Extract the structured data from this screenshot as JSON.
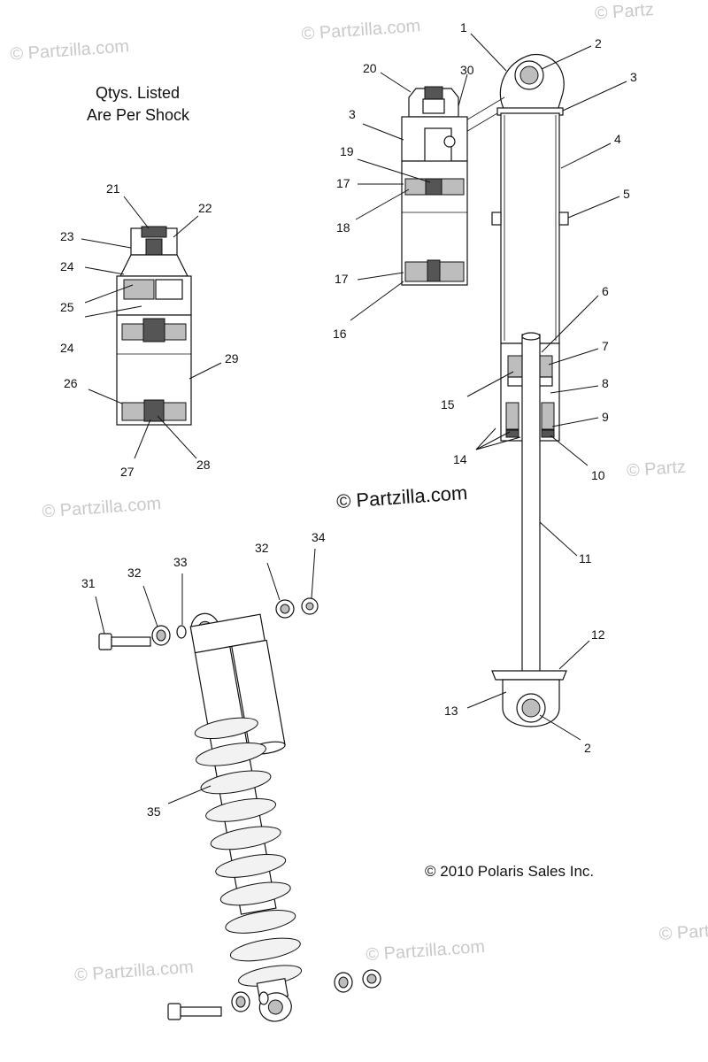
{
  "watermark": "© Partzilla.com",
  "watermark_partial": "© Partz",
  "center_watermark": "© Partzilla.com",
  "note_line1": "Qtys. Listed",
  "note_line2": "Are Per Shock",
  "copyright": "© 2010 Polaris Sales Inc.",
  "callouts": {
    "c1": "1",
    "c2a": "2",
    "c2b": "2",
    "c3a": "3",
    "c3b": "3",
    "c4": "4",
    "c5": "5",
    "c6": "6",
    "c7": "7",
    "c8": "8",
    "c9": "9",
    "c10": "10",
    "c11": "11",
    "c12": "12",
    "c13": "13",
    "c14": "14",
    "c15": "15",
    "c16": "16",
    "c17a": "17",
    "c17b": "17",
    "c18": "18",
    "c19": "19",
    "c20": "20",
    "c21": "21",
    "c22": "22",
    "c23": "23",
    "c24a": "24",
    "c24b": "24",
    "c25": "25",
    "c26": "26",
    "c27": "27",
    "c28": "28",
    "c29": "29",
    "c30": "30",
    "c31": "31",
    "c32a": "32",
    "c32b": "32",
    "c33": "33",
    "c34": "34",
    "c35": "35"
  }
}
